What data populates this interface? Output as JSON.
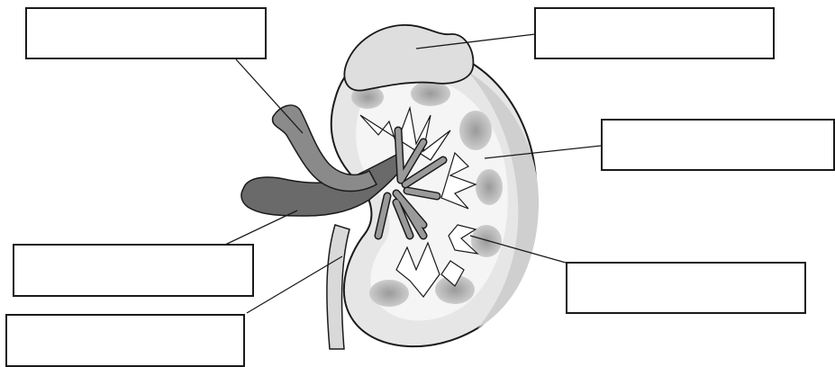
{
  "colors": {
    "background": "#ffffff",
    "outline": "#1a1a1a",
    "adrenal": "#dcdcdc",
    "cortex": "#e2e2e2",
    "medulla": "#f4f4f4",
    "pyramid": "#bdbdbd",
    "pelvis": "#6a6a6a",
    "ureter": "#777777",
    "vessel": "#8a8a8a"
  },
  "labels": [
    {
      "id": "top-left",
      "text": ""
    },
    {
      "id": "top-right",
      "text": ""
    },
    {
      "id": "mid-right",
      "text": ""
    },
    {
      "id": "bottom-left-upper",
      "text": ""
    },
    {
      "id": "bottom-left-lower",
      "text": ""
    },
    {
      "id": "bottom-right",
      "text": ""
    }
  ]
}
